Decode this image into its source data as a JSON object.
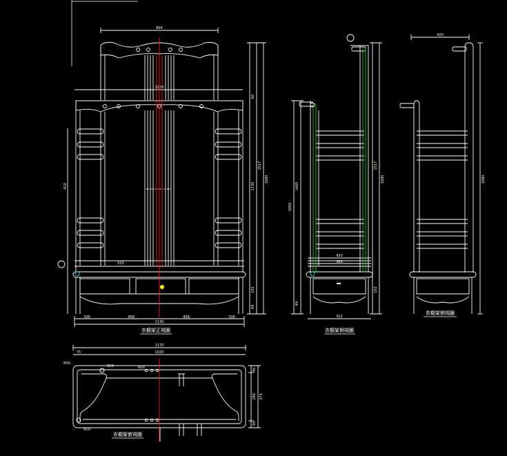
{
  "colors": {
    "background": "#000000",
    "line": "#ffffff",
    "centerline": "#ff1a1a",
    "accent": "#22cc22",
    "highlight": "#ffff00",
    "marker": "#00cccc"
  },
  "views": {
    "front": {
      "caption": "衣櫥架正視圖",
      "dims": {
        "top_width": "804",
        "mid_width": "1170",
        "base_total": "1130",
        "drawer_split": [
          "336",
          "458",
          "458",
          "336"
        ],
        "inner_width": "515",
        "height_total": "1680",
        "height_upper": "1517",
        "height_body": "1130",
        "height_left_row": "410",
        "bottom_a": "102",
        "bottom_b": "49",
        "crown": "60"
      }
    },
    "side": {
      "caption": "衣櫥架側視圖",
      "dims": {
        "height_total": "1680",
        "height_upper": "1517",
        "height_mid": "1465",
        "height_left": "1055",
        "depth_top": "420",
        "depth_mid": "380",
        "depth_base": "312",
        "base_h": "102",
        "base_h2": "49"
      }
    },
    "back_side": {
      "caption": "衣櫥架側視圖",
      "dims": {
        "top_width": "420",
        "height_total": "1680"
      }
    },
    "plan": {
      "caption": "衣櫥架俯視圖",
      "dims": {
        "outer_width": "1170",
        "inner_width": "1020",
        "depth_total": "370",
        "depth_inner": "290",
        "margin_top": "40",
        "margin_bottom": "40",
        "margin_left": "75",
        "corner_a": "R50",
        "corner_b": "R50",
        "corner_c": "R50",
        "corner_d": "R50"
      }
    }
  }
}
